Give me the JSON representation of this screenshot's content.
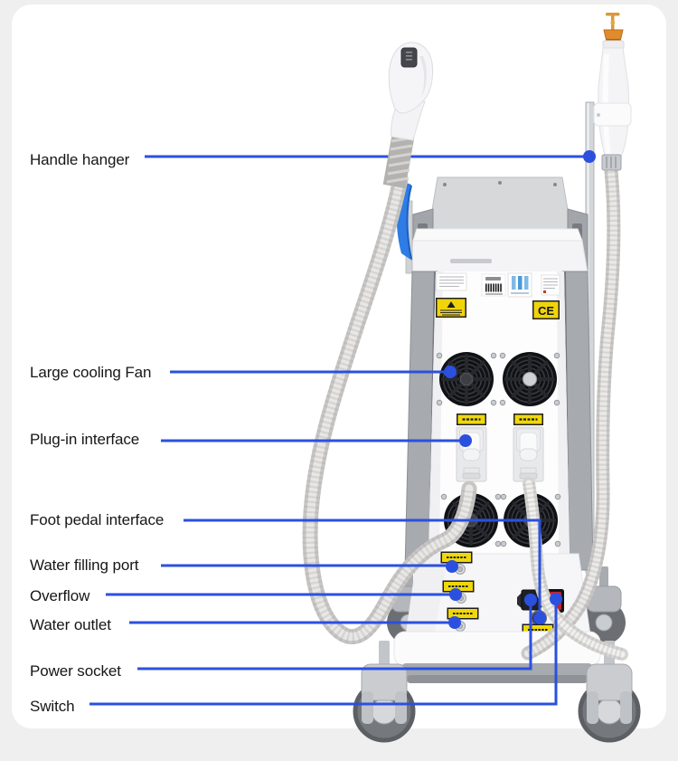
{
  "card": {
    "type": "product-diagram"
  },
  "colors": {
    "annotation_line": "#2b50e0",
    "hanger_blue": "#2e7ce4",
    "warning_yellow": "#f0d40a",
    "switch_red": "#c92127"
  },
  "annotations": [
    {
      "id": "handle-hanger",
      "label": "Handle hanger"
    },
    {
      "id": "large-cooling-fan",
      "label": "Large cooling Fan"
    },
    {
      "id": "plug-in-interface",
      "label": "Plug-in interface"
    },
    {
      "id": "foot-pedal-interface",
      "label": "Foot pedal interface"
    },
    {
      "id": "water-filling-port",
      "label": "Water filling port"
    },
    {
      "id": "overflow",
      "label": "Overflow"
    },
    {
      "id": "water-outlet",
      "label": "Water outlet"
    },
    {
      "id": "power-socket",
      "label": "Power socket"
    },
    {
      "id": "switch",
      "label": "Switch"
    }
  ],
  "machine": {
    "ce_mark": "CE"
  }
}
